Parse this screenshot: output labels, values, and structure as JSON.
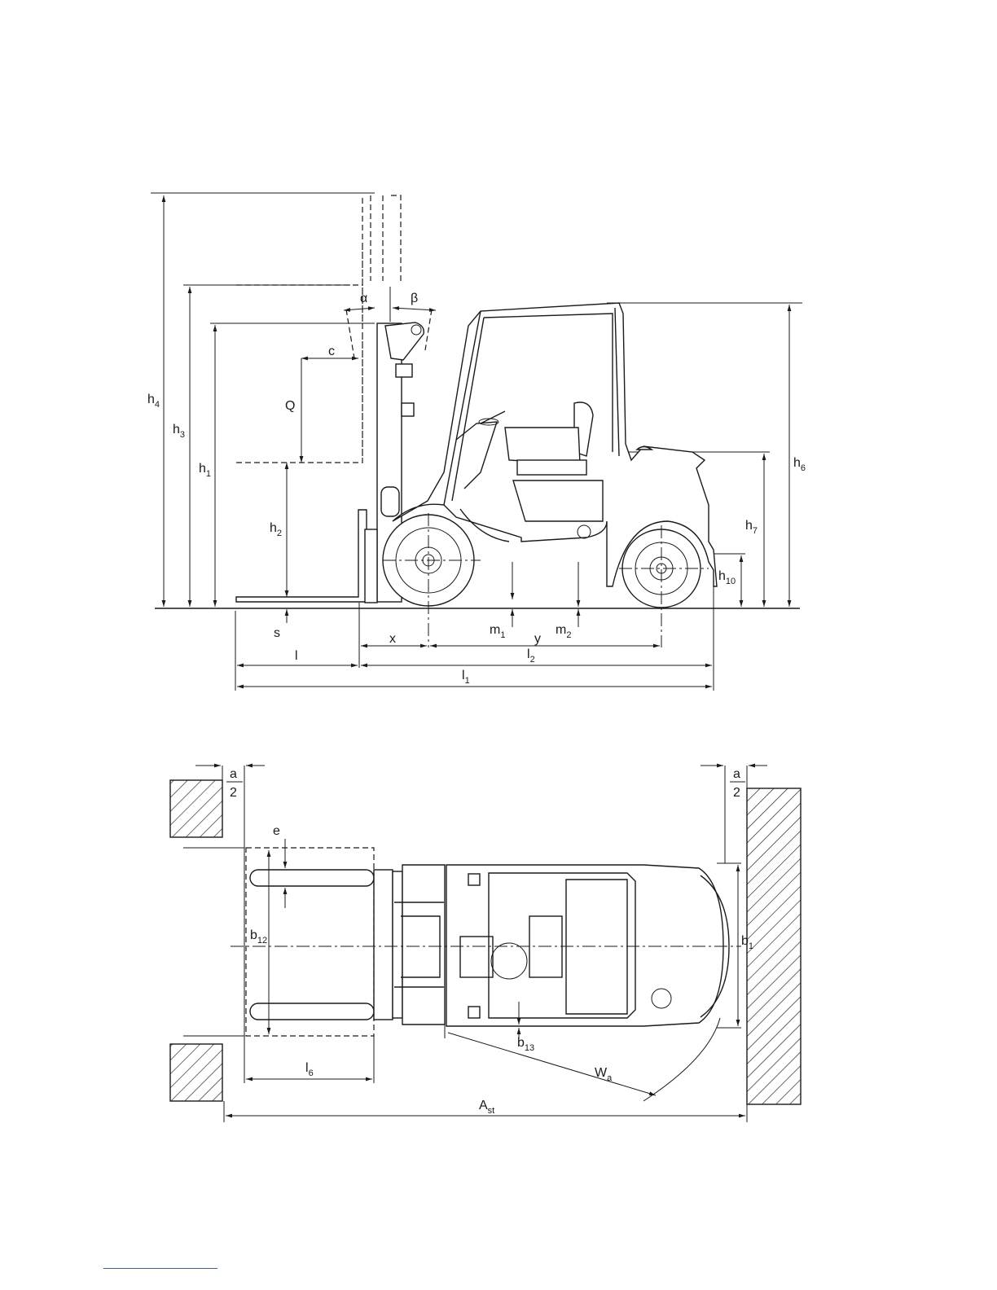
{
  "side_view": {
    "labels": {
      "h4": {
        "main": "h",
        "sub": "4"
      },
      "h3": {
        "main": "h",
        "sub": "3"
      },
      "h1": {
        "main": "h",
        "sub": "1"
      },
      "h2": {
        "main": "h",
        "sub": "2"
      },
      "h6": {
        "main": "h",
        "sub": "6"
      },
      "h7": {
        "main": "h",
        "sub": "7"
      },
      "h10": {
        "main": "h",
        "sub": "10"
      },
      "alpha": "α",
      "beta": "β",
      "c": "c",
      "Q": "Q",
      "s": "s",
      "x": "x",
      "y": "y",
      "m1": {
        "main": "m",
        "sub": "1"
      },
      "m2": {
        "main": "m",
        "sub": "2"
      },
      "l": "l",
      "l2": {
        "main": "l",
        "sub": "2"
      },
      "l1": {
        "main": "l",
        "sub": "1"
      }
    }
  },
  "top_view": {
    "labels": {
      "a_left": {
        "num": "a",
        "den": "2"
      },
      "a_right": {
        "num": "a",
        "den": "2"
      },
      "e": "e",
      "b12": {
        "main": "b",
        "sub": "12"
      },
      "b1": {
        "main": "b",
        "sub": "1"
      },
      "b13": {
        "main": "b",
        "sub": "13"
      },
      "l6": {
        "main": "l",
        "sub": "6"
      },
      "Wa": {
        "main": "W",
        "sub": "a"
      },
      "Ast": {
        "main": "A",
        "sub": "st"
      }
    }
  }
}
